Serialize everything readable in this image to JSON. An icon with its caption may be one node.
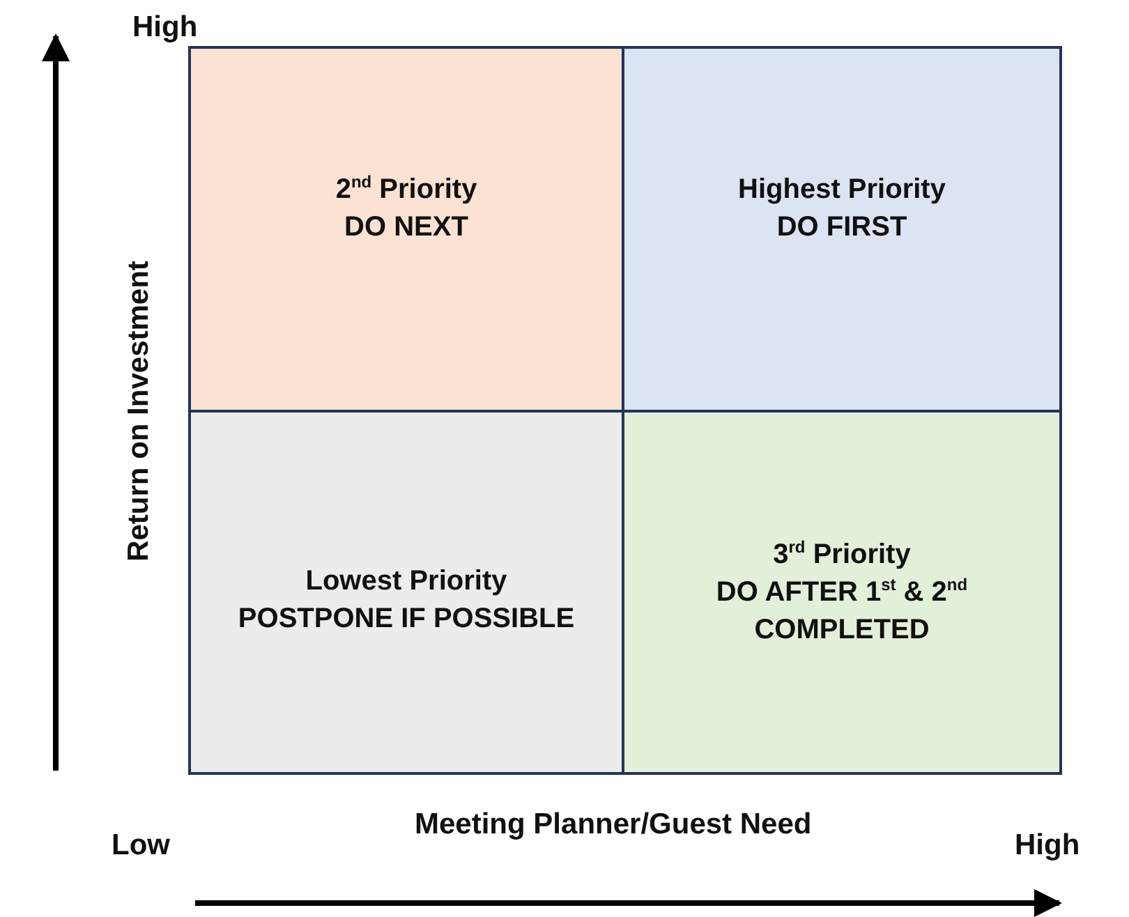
{
  "diagram": {
    "nodes": [
      {
        "text": [
          "2$^{nd}$ Priority",
          "DO NEXT"
        ]
      },
      {
        "text": [
          "Highest Priority",
          "DO FIRST"
        ]
      },
      {
        "text": [
          "Lowest Priority",
          "POSTPONE IF POSSIBLE"
        ]
      },
      {
        "text": [
          "3$^{rd}$ Priority",
          "DO AFTER 1$^{st}$ & 2$^{nd}$ COMPLETED"
        ]
      }
    ],
    "labels": [
      "High",
      "Return on Investment",
      "Low",
      "Meeting Planner/Guest Need",
      "High"
    ]
  }
}
